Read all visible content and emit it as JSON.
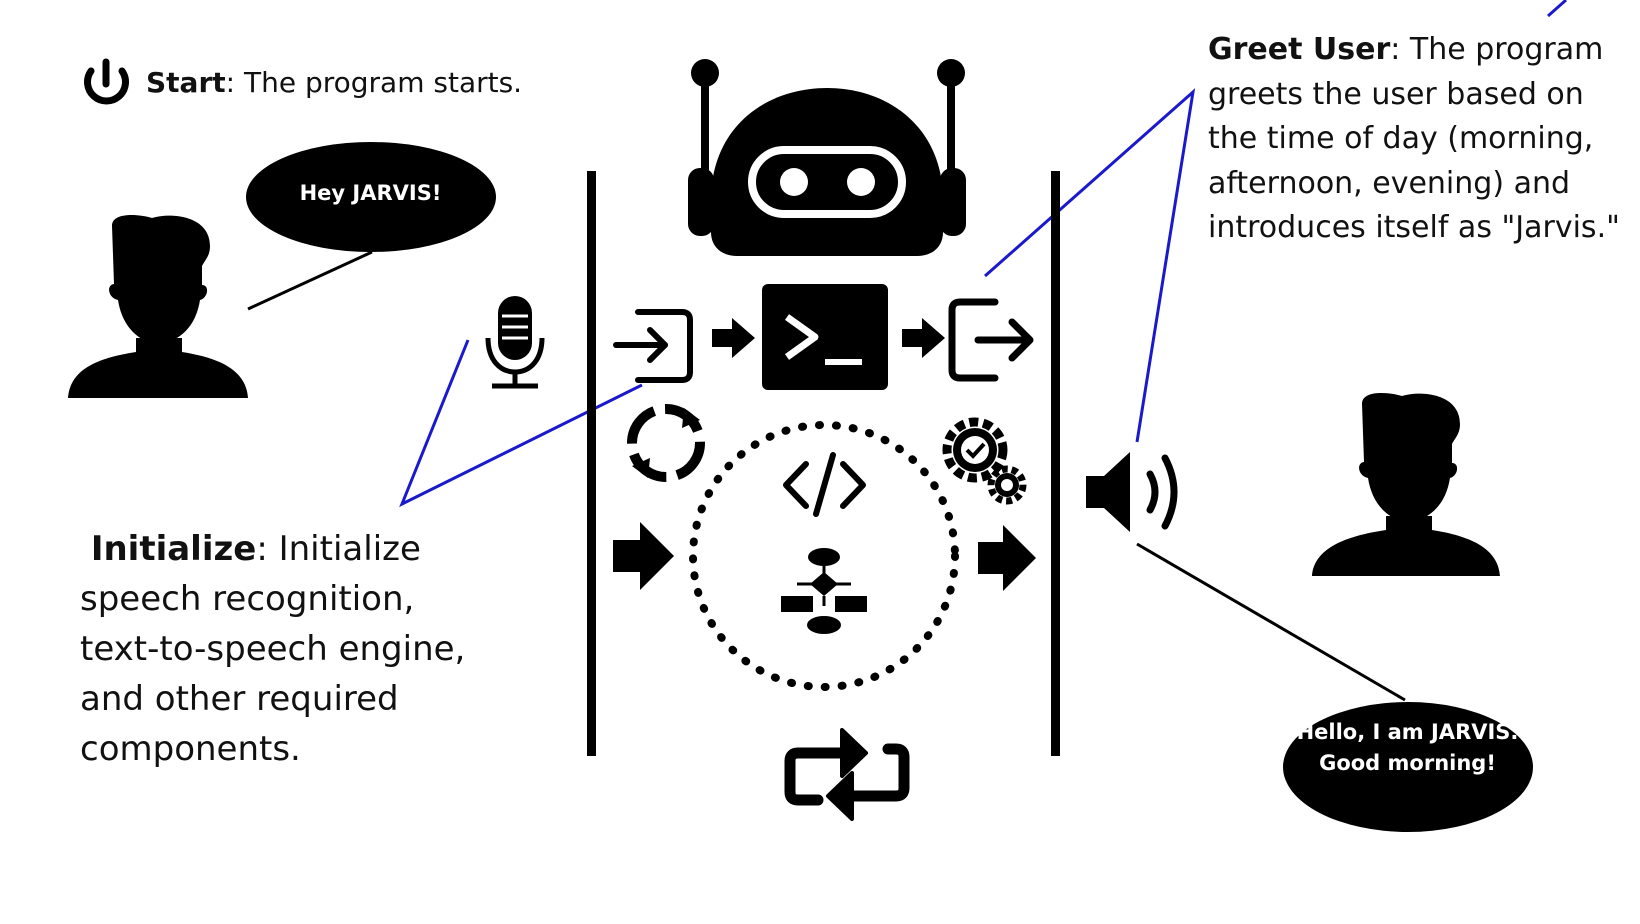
{
  "start": {
    "label": "Start",
    "sep": ": ",
    "desc": "The program starts.",
    "icon": "power-icon"
  },
  "greet": {
    "label": "Greet User",
    "sep": ": ",
    "desc": "The program greets the user based on the time of day (morning, afternoon, evening) and introduces itself as \"Jarvis.\""
  },
  "initialize": {
    "label": "Initialize",
    "sep": ": ",
    "desc": "Initialize speech recognition, text-to-speech engine, and other required components."
  },
  "bubbles": {
    "user": "Hey JARVIS!",
    "jarvis": "Hello, I am JARVIS. Good morning!"
  },
  "colors": {
    "ink": "#000000",
    "connector_blue": "#1a1acc",
    "background": "#ffffff"
  },
  "icons": [
    "power-icon",
    "user-icon",
    "robot-icon",
    "microphone-icon",
    "login-icon",
    "terminal-icon",
    "logout-icon",
    "sync-icon",
    "code-icon",
    "flowchart-icon",
    "gears-icon",
    "speaker-icon",
    "repeat-icon",
    "arrow-right-icon"
  ]
}
